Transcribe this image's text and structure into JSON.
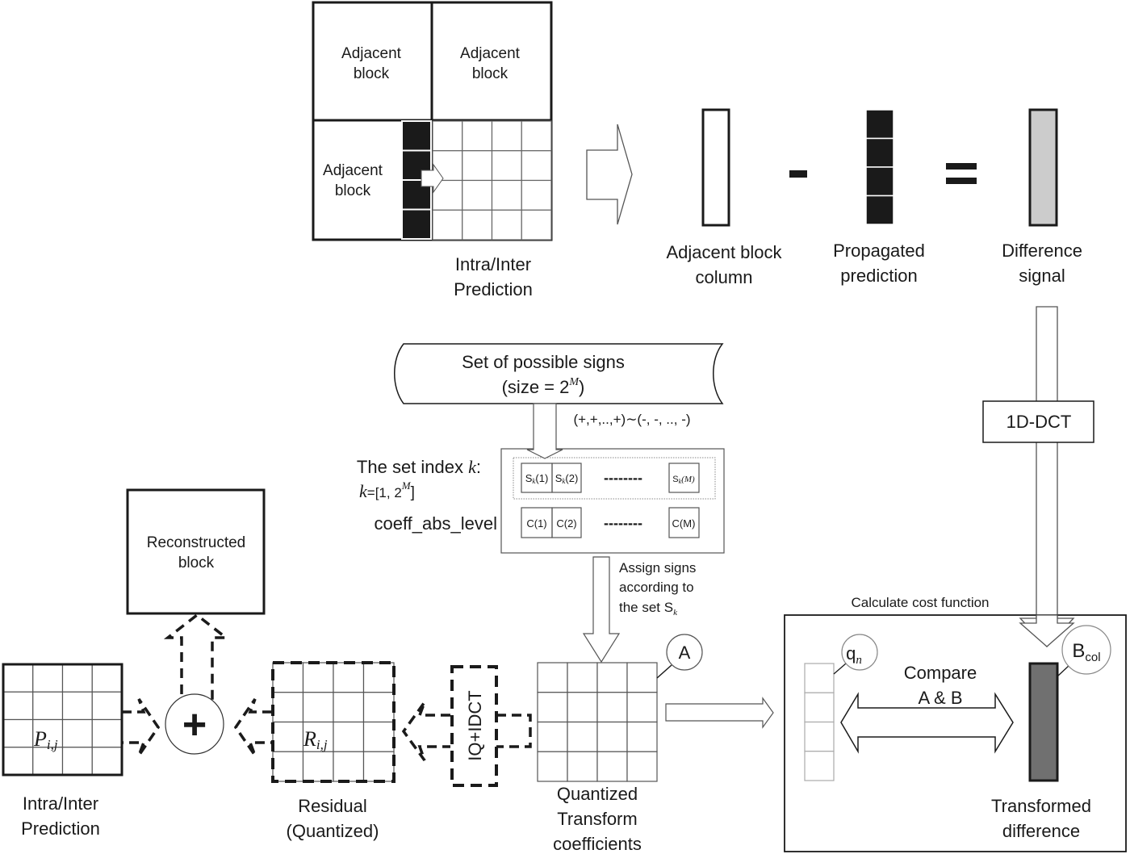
{
  "top": {
    "adjacent_block_tl": [
      "Adjacent",
      "block"
    ],
    "adjacent_block_tr": [
      "Adjacent",
      "block"
    ],
    "adjacent_block_left": [
      "Adjacent",
      "block"
    ],
    "intra_inter_prediction": [
      "Intra/Inter",
      "Prediction"
    ],
    "adjacent_block_column": [
      "Adjacent block",
      "column"
    ],
    "minus_sign": "-",
    "propagated_prediction": [
      "Propagated",
      "prediction"
    ],
    "equals_sign": "=",
    "difference_signal": [
      "Difference",
      "signal"
    ]
  },
  "dct": {
    "label": "1D-DCT"
  },
  "signs": {
    "set_title": "Set of possible signs",
    "set_size_prefix": "(size = 2",
    "set_size_exp": "M",
    "set_size_suffix": ")",
    "range": "(+,+,..,+)∼(-, -, .., -)",
    "set_index_prefix": "The set index ",
    "set_index_var": "k",
    "set_index_suffix": ":",
    "k_range_var": "k",
    "k_range_text": "=[1, 2",
    "k_range_exp": "M",
    "k_range_end": "]",
    "coeff_label": "coeff_abs_level",
    "s_cells": [
      "S",
      "(1)",
      "S",
      "(2)",
      "S",
      "(M)"
    ],
    "s_sub": "k",
    "c_cells": [
      "C(1)",
      "C(2)",
      "C(M)"
    ],
    "ellipsis_dashes": "--------",
    "assign": [
      "Assign signs",
      "according to",
      "the set S"
    ],
    "assign_sub": "k"
  },
  "bottom": {
    "reconstructed_block": [
      "Reconstructed",
      "block"
    ],
    "plus": "+",
    "p_label": "P",
    "p_sub": "i,j",
    "r_label": "R",
    "r_sub": "i,j",
    "iq_idct": "IQ+IDCT",
    "a_label": "A",
    "intra_inter_prediction": [
      "Intra/Inter",
      "Prediction"
    ],
    "residual": [
      "Residual",
      "(Quantized)"
    ],
    "quantized": [
      "Quantized",
      "Transform",
      "coefficients"
    ]
  },
  "cost": {
    "title": "Calculate cost function",
    "q_label": "q",
    "q_sub": "n",
    "b_label": "B",
    "b_sub": "col",
    "compare": [
      "Compare",
      "A & B"
    ],
    "transformed": [
      "Transformed",
      "difference"
    ]
  },
  "colors": {
    "ink": "#1a1a1a",
    "difference_fill": "#cccccc",
    "transformed_fill": "#707070"
  }
}
